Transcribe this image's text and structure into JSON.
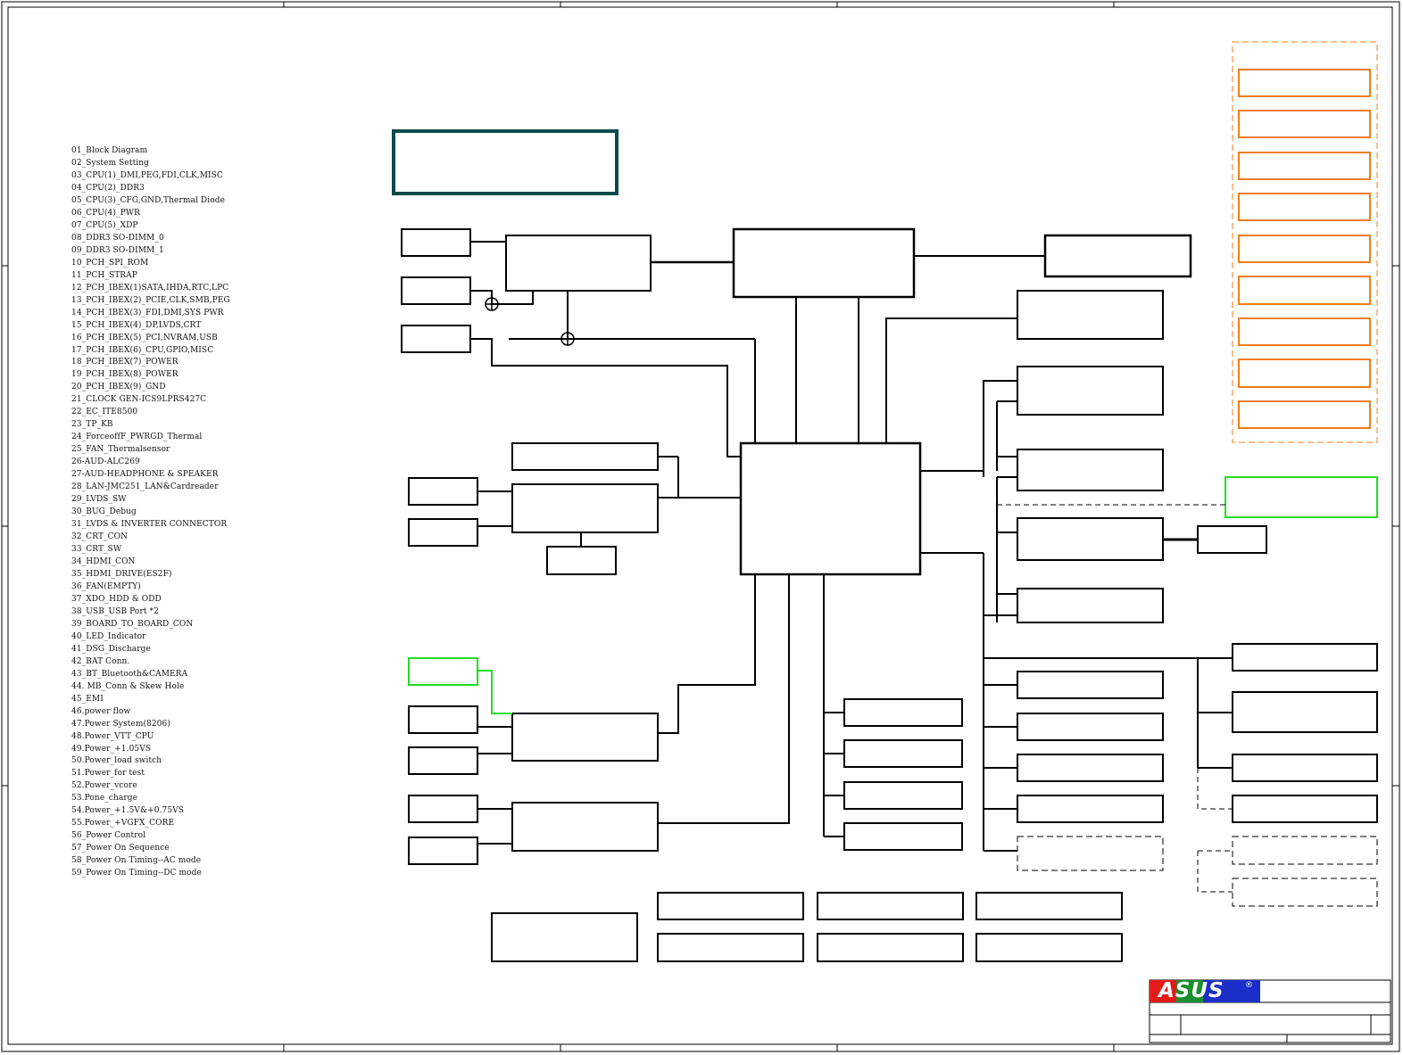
{
  "toc": [
    "01_Block Diagram",
    "02_System Setting",
    "03_CPU(1)_DMI,PEG,FDI,CLK,MISC",
    "04_CPU(2)_DDR3",
    "05_CPU(3)_CFG,GND,Thermal Diode",
    "06_CPU(4)_PWR",
    "07_CPU(5)_XDP",
    "08_DDR3 SO-DIMM_0",
    "09_DDR3 SO-DIMM_1",
    "10_PCH_SPI_ROM",
    "11_PCH_STRAP",
    "12_PCH_IBEX(1)SATA,IHDA,RTC,LPC",
    "13_PCH_IBEX(2)_PCIE,CLK,SMB,PEG",
    "14_PCH_IBEX(3)_FDI,DMI,SYS PWR",
    "15_PCH_IBEX(4)_DP,LVDS,CRT",
    "16_PCH_IBEX(5)_PCI,NVRAM,USB",
    "17_PCH_IBEX(6)_CPU,GPIO,MISC",
    "18_PCH_IBEX(7)_POWER",
    "19_PCH_IBEX(8)_POWER",
    "20_PCH_IBEX(9)_GND",
    "21_CLOCK GEN-ICS9LPRS427C",
    "22_EC_ITE8500",
    "23_TP_KB",
    "24_ForceoffF_PWRGD_Thermal",
    "25_FAN_Thermalsensor",
    "26-AUD-ALC269",
    "27-AUD-HEADPHONE & SPEAKER",
    "28_LAN-JMC251_LAN&Cardreader",
    "29_LVDS_SW",
    "30_BUG_Debug",
    "31_LVDS & INVERTER CONNECTOR",
    "32_CRT_CON",
    "33_CRT_SW",
    "34_HDMI_CON",
    "35_HDMI_DRIVE(ES2F)",
    "36_FAN(EMPTY)",
    "37_XDO_HDD & ODD",
    "38_USB_USB Port *2",
    "39_BOARD_TO_BOARD_CON",
    "40_LED_Indicator",
    "41_DSG_Discharge",
    "42_BAT Conn.",
    "43_BT_Bluetooth&CAMERA",
    "44. MB_Conn & Skew Hole",
    "45_EMI",
    "46.power flow",
    "47.Power System(8206)",
    "48.Power_VTT_CPU",
    "49.Power_+1.05VS",
    "50.Power_load switch",
    "51.Power_for test",
    "52.Power_vcore",
    "53.Pone_charge",
    "54.Power_+1.5V&+0.75VS",
    "55.Power_+VGFX_CORE",
    "56_Power Control",
    "57_Power On Sequence",
    "58_Power On Timing--AC mode",
    "59_Power On Timing--DC mode"
  ],
  "logo": {
    "text": "ASUS",
    "mark": "®"
  },
  "colors": {
    "line": "#000000",
    "title_box": "#0b4a4a",
    "orange": "#f07d1a",
    "green": "#22dd22"
  }
}
